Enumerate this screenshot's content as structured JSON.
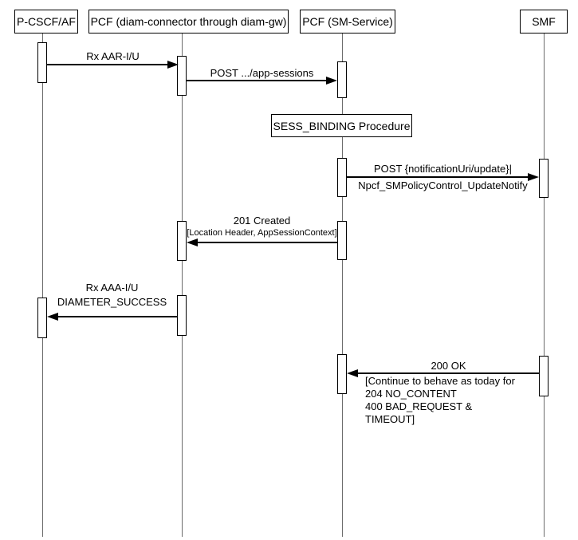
{
  "actors": [
    {
      "label": "P-CSCF/AF"
    },
    {
      "label": "PCF (diam-connector through diam-gw)"
    },
    {
      "label": "PCF (SM-Service)"
    },
    {
      "label": "SMF"
    }
  ],
  "procedure_box": {
    "label": "SESS_BINDING Procedure"
  },
  "messages": [
    {
      "label": "Rx AAR-I/U",
      "from": "P-CSCF/AF",
      "to": "PCF (diam-connector through diam-gw)",
      "direction": "right"
    },
    {
      "label": "POST .../app-sessions",
      "from": "PCF (diam-connector through diam-gw)",
      "to": "PCF (SM-Service)",
      "direction": "right"
    },
    {
      "label": "POST {notificationUri/update}|",
      "label2": "Npcf_SMPolicyControl_UpdateNotify",
      "from": "PCF (SM-Service)",
      "to": "SMF",
      "direction": "right"
    },
    {
      "label": "201 Created",
      "label2": "[Location Header, AppSessionContext]",
      "from": "PCF (SM-Service)",
      "to": "PCF (diam-connector through diam-gw)",
      "direction": "left"
    },
    {
      "label": "Rx AAA-I/U",
      "label2": "DIAMETER_SUCCESS",
      "from": "PCF (diam-connector through diam-gw)",
      "to": "P-CSCF/AF",
      "direction": "left"
    },
    {
      "label": "200 OK",
      "note_lines": [
        "[Continue to behave as today for",
        "204 NO_CONTENT",
        "400 BAD_REQUEST &",
        "TIMEOUT]"
      ],
      "from": "SMF",
      "to": "PCF (SM-Service)",
      "direction": "left"
    }
  ],
  "colors": {
    "message_line": "#000000",
    "lifeline": "#6b6b6b",
    "box_border": "#000000",
    "background": "#ffffff",
    "text": "#000000"
  }
}
